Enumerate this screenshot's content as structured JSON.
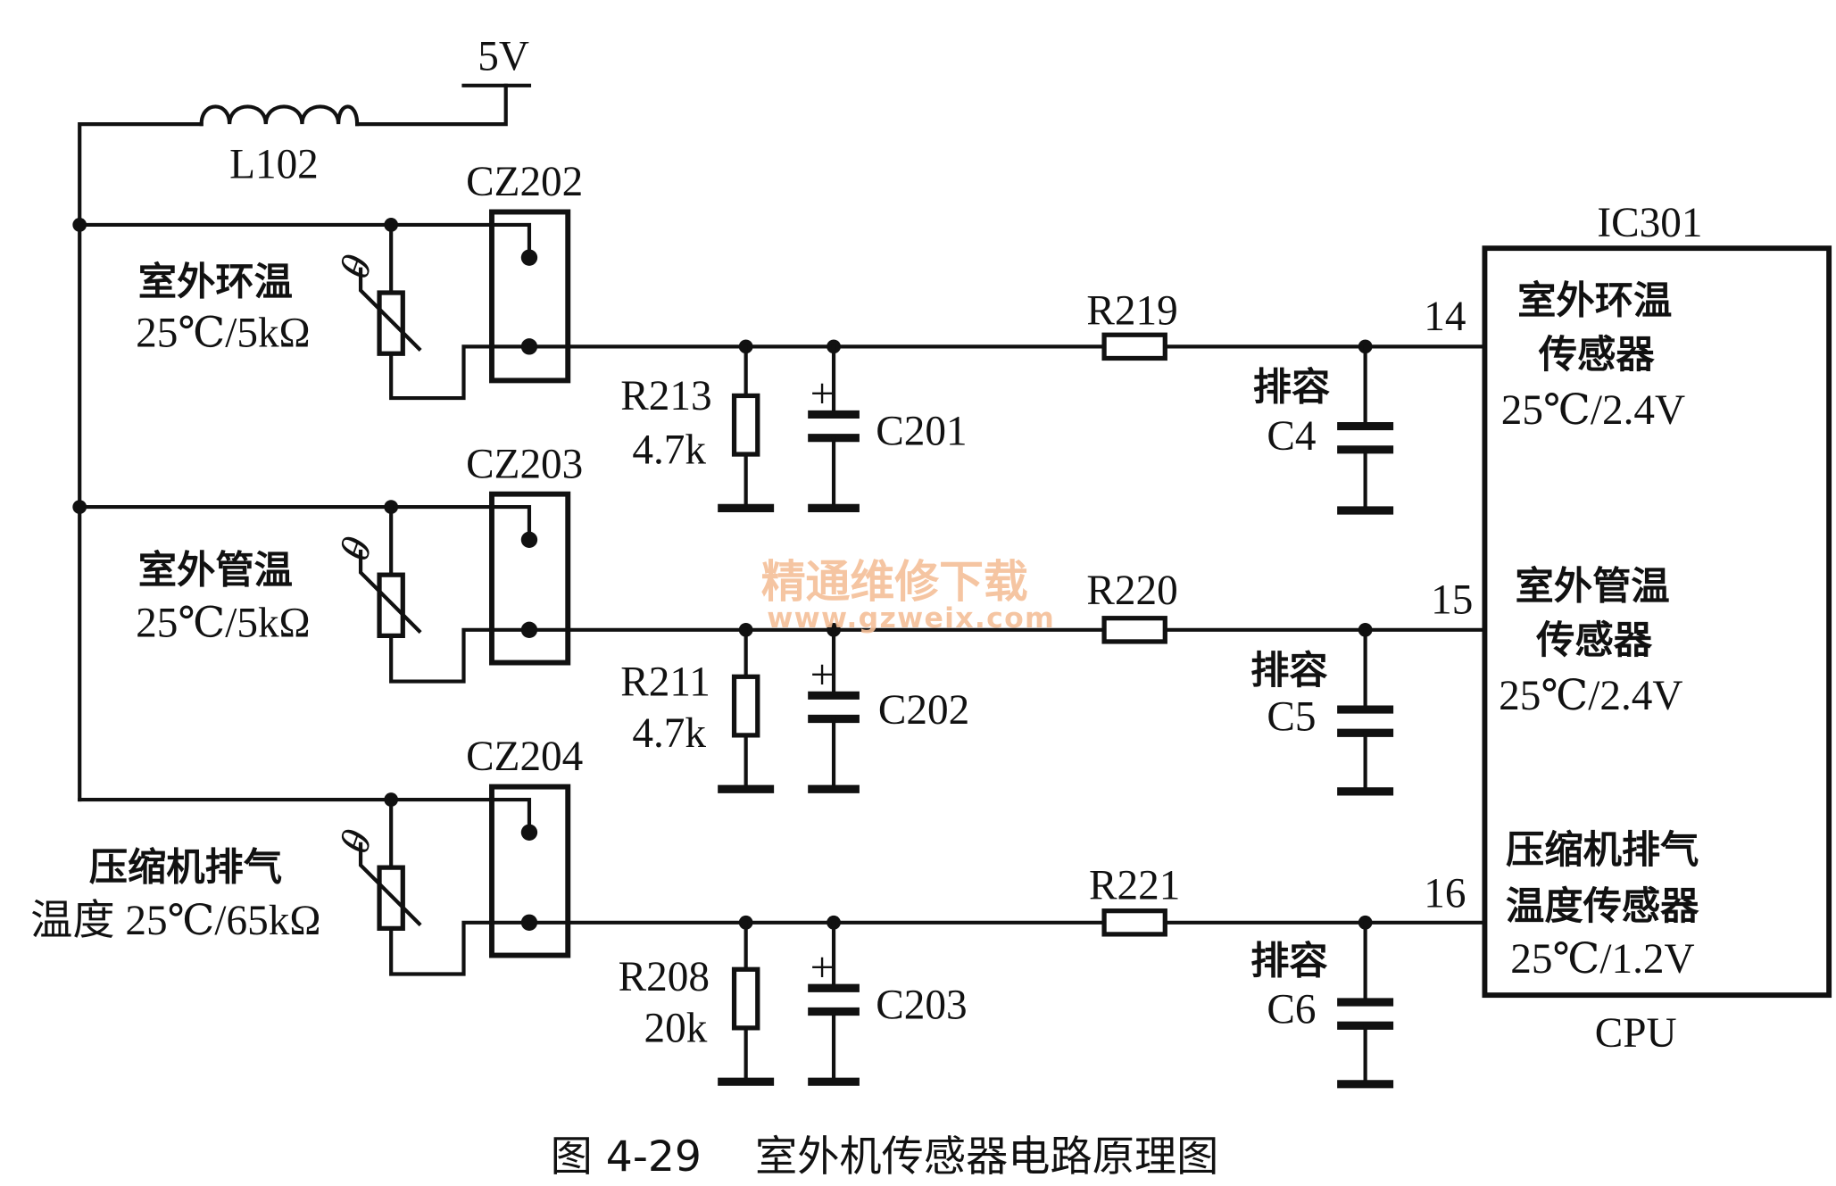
{
  "power": {
    "label": "5V"
  },
  "inductor": {
    "label": "L102"
  },
  "ic": {
    "name": "IC301",
    "subtitle": "CPU",
    "pins": [
      {
        "number": "14",
        "line1": "室外环温",
        "line2": "传感器",
        "line3": "25℃/2.4V"
      },
      {
        "number": "15",
        "line1": "室外管温",
        "line2": "传感器",
        "line3": "25℃/2.4V"
      },
      {
        "number": "16",
        "line1": "压缩机排气",
        "line2": "温度传感器",
        "line3": "25℃/1.2V"
      }
    ]
  },
  "channels": [
    {
      "connector": "CZ202",
      "sensor_line1": "室外环温",
      "sensor_line2": "25℃/5kΩ",
      "theta": "θ",
      "pulldown": {
        "name": "R213",
        "value": "4.7k"
      },
      "filter_cap": {
        "name": "C201",
        "polarity": "+"
      },
      "series_resistor": "R219",
      "bypass_cap": {
        "type": "排容",
        "name": "C4"
      }
    },
    {
      "connector": "CZ203",
      "sensor_line1": "室外管温",
      "sensor_line2": "25℃/5kΩ",
      "theta": "θ",
      "pulldown": {
        "name": "R211",
        "value": "4.7k"
      },
      "filter_cap": {
        "name": "C202",
        "polarity": "+"
      },
      "series_resistor": "R220",
      "bypass_cap": {
        "type": "排容",
        "name": "C5"
      }
    },
    {
      "connector": "CZ204",
      "sensor_line1": "压缩机排气",
      "sensor_line2": "温度 25℃/65kΩ",
      "theta": "θ",
      "pulldown": {
        "name": "R208",
        "value": "20k"
      },
      "filter_cap": {
        "name": "C203",
        "polarity": "+"
      },
      "series_resistor": "R221",
      "bypass_cap": {
        "type": "排容",
        "name": "C6"
      }
    }
  ],
  "watermark": {
    "line1": "精通维修下载",
    "line2": "www.gzweix.com",
    "color": "#f5bf98"
  },
  "caption": "图 4-29    室外机传感器电路原理图"
}
